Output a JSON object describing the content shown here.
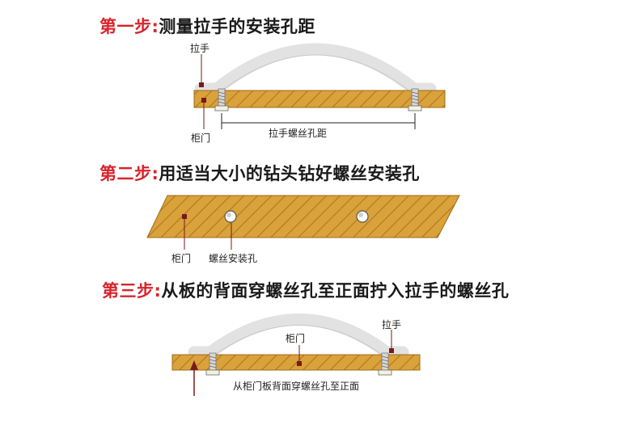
{
  "colors": {
    "step_label": "#d8242c",
    "wood": "#d9a23a",
    "wood_stripe": "#b07820",
    "handle": "#e2e2e2",
    "pointer": "#7a1a1a"
  },
  "steps": [
    {
      "label": "第一步:",
      "text": "测量拉手的安装孔距",
      "labels": {
        "handle": "拉手",
        "door": "柜门",
        "distance": "拉手螺丝孔距"
      }
    },
    {
      "label": "第二步:",
      "text": "用适当大小的钻头钻好螺丝安装孔",
      "labels": {
        "door": "柜门",
        "hole": "螺丝安装孔"
      }
    },
    {
      "label": "第三步:",
      "text": "从板的背面穿螺丝孔至正面拧入拉手的螺丝孔",
      "labels": {
        "door": "柜门",
        "handle": "拉手",
        "instruction": "从柜门板背面穿螺丝孔至正面"
      }
    }
  ]
}
